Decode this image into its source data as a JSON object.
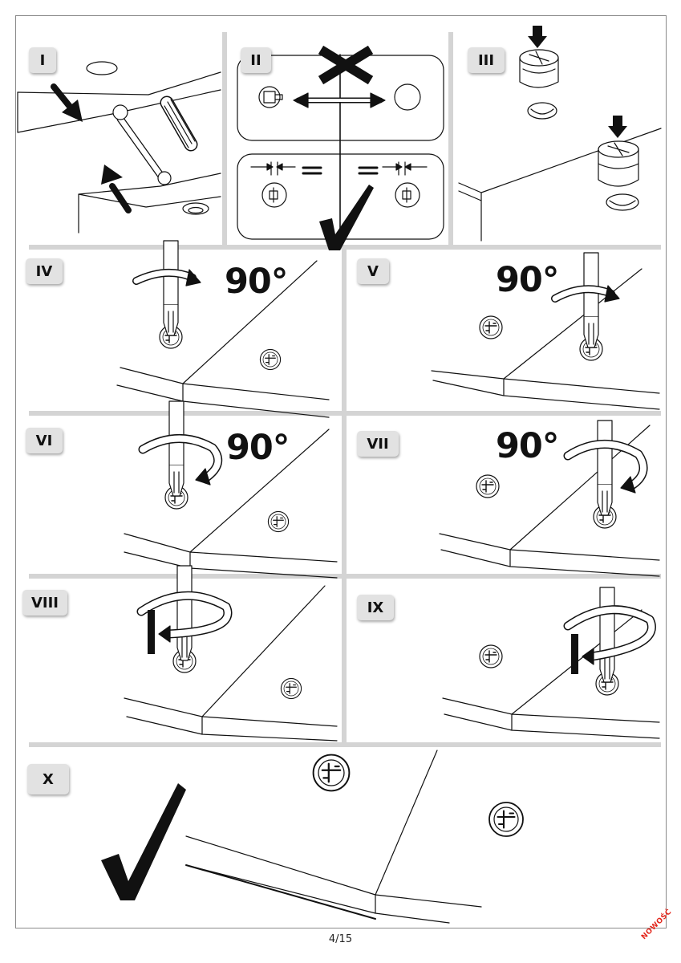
{
  "steps": [
    {
      "label": "I"
    },
    {
      "label": "II"
    },
    {
      "label": "III"
    },
    {
      "label": "IV",
      "angle": "90°"
    },
    {
      "label": "V",
      "angle": "90°"
    },
    {
      "label": "VI",
      "angle": "90°"
    },
    {
      "label": "VII",
      "angle": "90°"
    },
    {
      "label": "VIII"
    },
    {
      "label": "IX"
    },
    {
      "label": "X"
    }
  ],
  "page_number": "4/15",
  "stamp": "NOWOŚĆ",
  "colors": {
    "ink": "#111111",
    "panel_label_bg": "#e2e2e2",
    "separator": "#d4d4d4",
    "stamp": "#e3261b"
  }
}
